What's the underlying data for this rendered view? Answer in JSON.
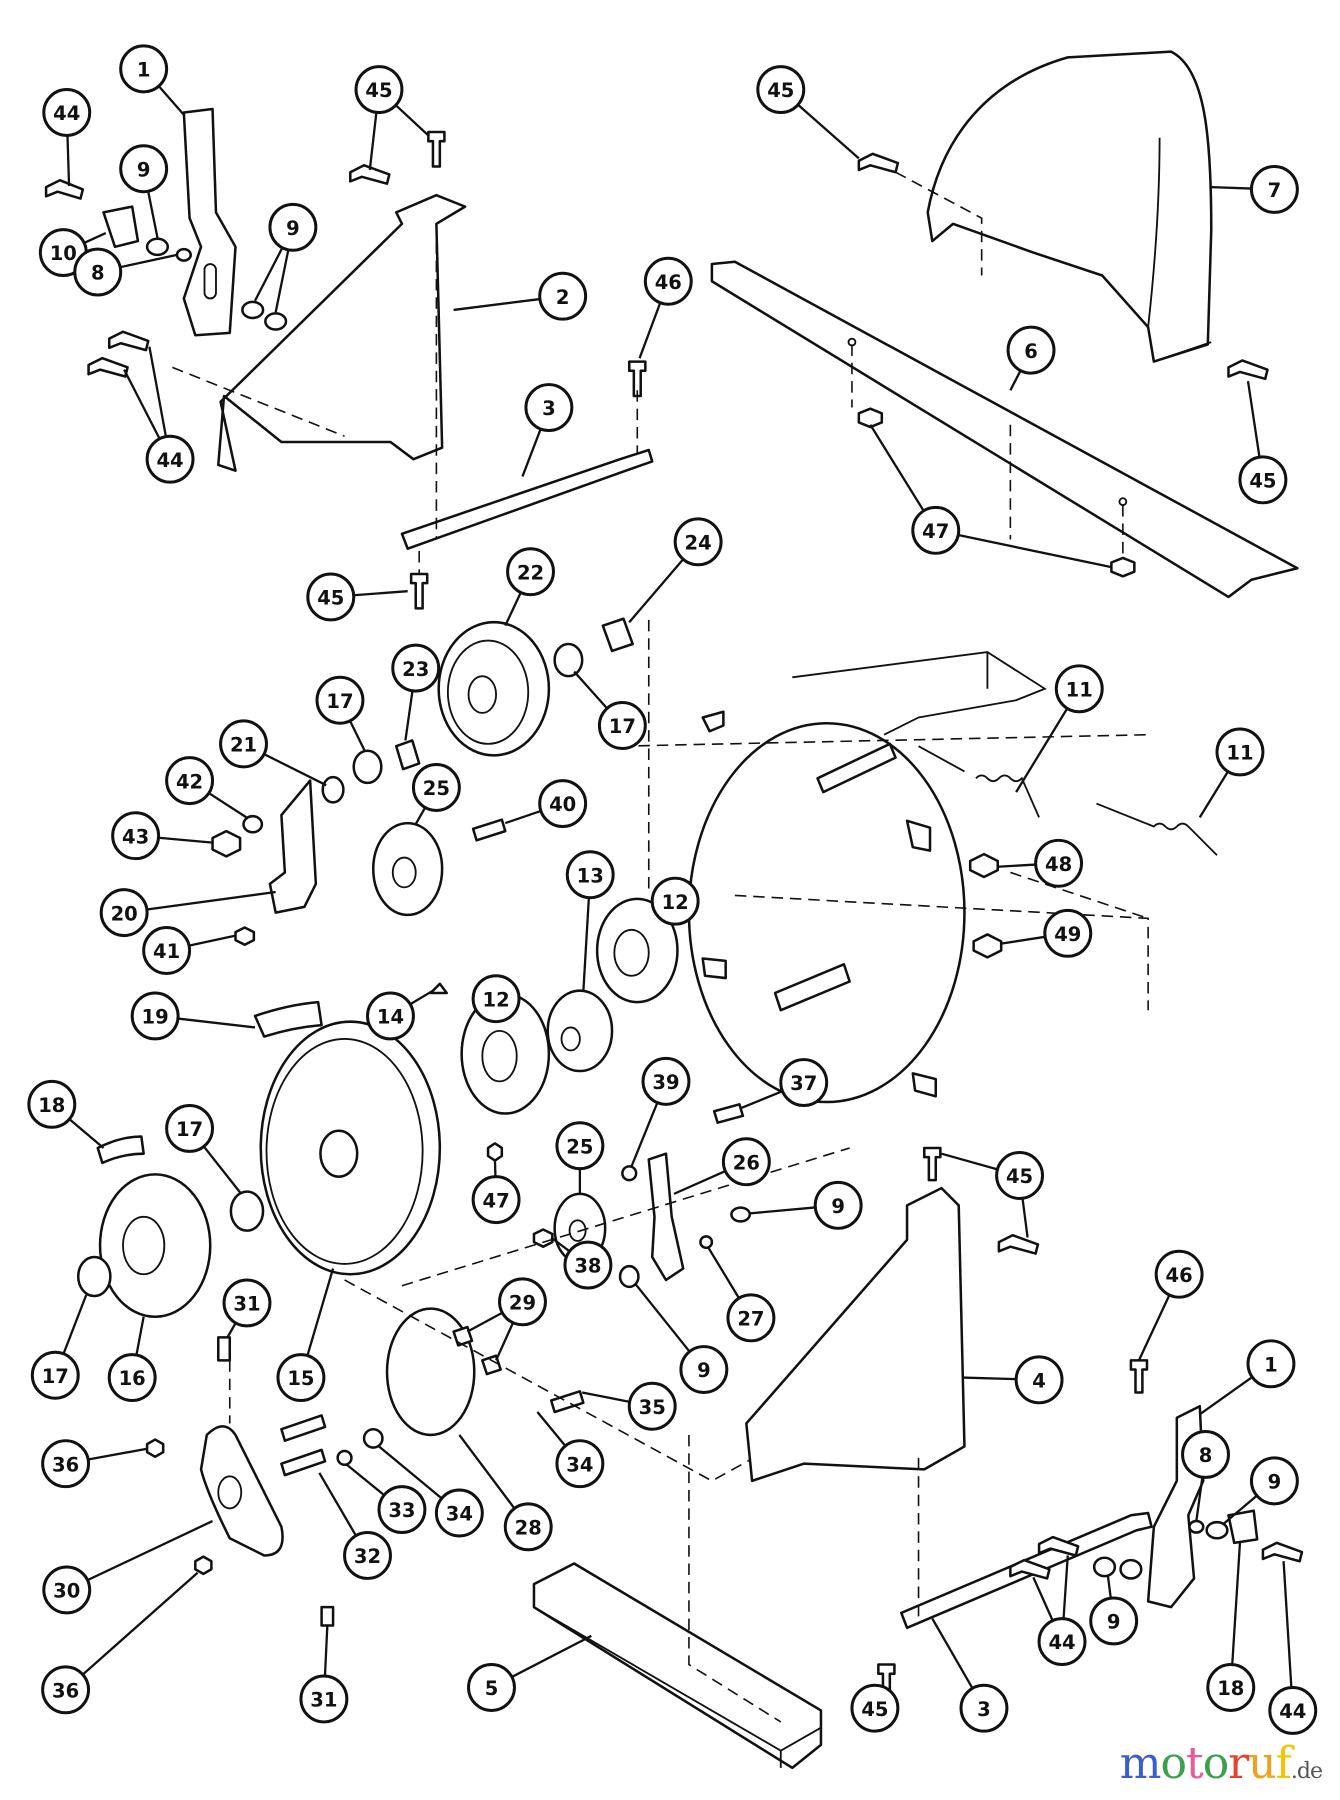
{
  "title": "Exploded parts diagram - drive pulley assembly",
  "callouts": [
    "1",
    "44",
    "9",
    "10",
    "8",
    "9",
    "45",
    "2",
    "44",
    "45",
    "7",
    "46",
    "3",
    "6",
    "45",
    "47",
    "45",
    "22",
    "24",
    "17",
    "23",
    "17",
    "21",
    "42",
    "25",
    "40",
    "43",
    "20",
    "41",
    "11",
    "11",
    "48",
    "12",
    "13",
    "49",
    "19",
    "14",
    "12",
    "39",
    "37",
    "18",
    "17",
    "25",
    "26",
    "45",
    "47",
    "38",
    "9",
    "27",
    "9",
    "29",
    "31",
    "15",
    "16",
    "17",
    "35",
    "46",
    "1",
    "4",
    "8",
    "9",
    "34",
    "36",
    "30",
    "33",
    "32",
    "34",
    "28",
    "9",
    "44",
    "36",
    "31",
    "5",
    "45",
    "3",
    "18",
    "44"
  ],
  "watermark": {
    "brand": "motoruf",
    "tld": ".de"
  },
  "colors": {
    "ink": "#111111",
    "background": "#ffffff"
  }
}
